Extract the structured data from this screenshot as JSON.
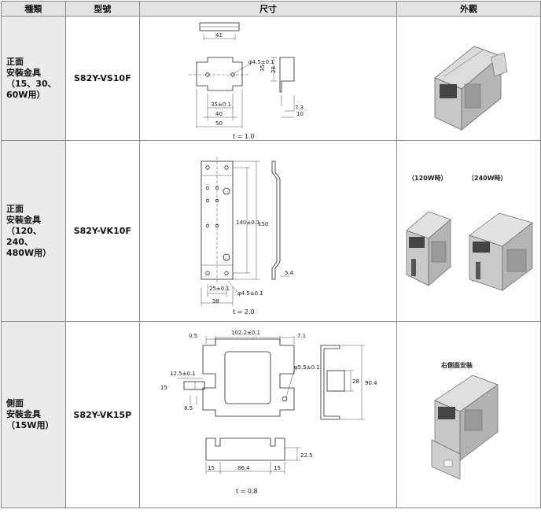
{
  "headers": {
    "type": "種類",
    "model": "型號",
    "dimensions": "尺寸",
    "appearance": "外觀"
  },
  "rows": [
    {
      "type_lines": [
        "正面",
        "安裝金具",
        "（15、30、",
        "60W用）"
      ],
      "model": "S82Y-VS10F",
      "dims": {
        "hole": "φ4.5±0.1",
        "w41": "41",
        "w35": "35±0.1",
        "w40": "40",
        "w50": "50",
        "h35": "35",
        "h28": "28",
        "w7_3": "7.3",
        "w10": "10",
        "thickness": "t = 1.0"
      },
      "appearance_captions": []
    },
    {
      "type_lines": [
        "正面",
        "安裝金具",
        "（120、240、",
        "480W用）"
      ],
      "model": "S82Y-VK10F",
      "dims": {
        "h140": "140±0.1",
        "h150": "150",
        "w25": "25±0.1",
        "hole": "φ4.5±0.1",
        "w38": "38",
        "w5_4": "5.4",
        "thickness": "t = 2.0"
      },
      "appearance_captions": [
        "（120W時）",
        "（240W時）"
      ]
    },
    {
      "type_lines": [
        "側面",
        "安裝金具",
        "（15W用）"
      ],
      "model": "S82Y-VK15P",
      "dims": {
        "w0_5": "0.5",
        "w102": "102.2±0.1",
        "w7_1": "7.1",
        "w12_5": "12.5±0.1",
        "hole": "φ5.5±0.1",
        "w15": "15",
        "w8_5": "8.5",
        "h28": "28",
        "h90": "90.4",
        "h22": "22.5",
        "b15a": "15",
        "b86": "86.4",
        "b15b": "15",
        "thickness": "t = 0.8"
      },
      "appearance_captions": [
        "右側面安裝"
      ]
    }
  ]
}
